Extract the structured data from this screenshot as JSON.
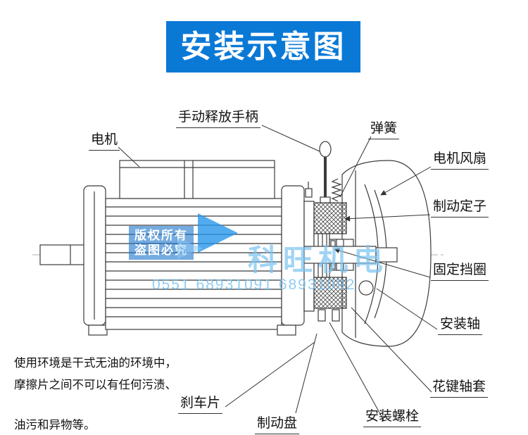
{
  "header": {
    "title": "安装示意图",
    "bg_color": "#0a79d6",
    "text_color": "#ffffff"
  },
  "labels": [
    {
      "part": "motor",
      "text": "电机"
    },
    {
      "part": "manual-release-handle",
      "text": "手动释放手柄"
    },
    {
      "part": "spring",
      "text": "弹簧"
    },
    {
      "part": "motor-fan",
      "text": "电机风扇"
    },
    {
      "part": "brake-stator",
      "text": "制动定子"
    },
    {
      "part": "retaining-ring",
      "text": "固定挡圈"
    },
    {
      "part": "mounting-shaft",
      "text": "安装轴"
    },
    {
      "part": "spline-sleeve",
      "text": "花键轴套"
    },
    {
      "part": "mounting-bolt",
      "text": "安装螺栓"
    },
    {
      "part": "brake-disc",
      "text": "制动盘"
    },
    {
      "part": "brake-pad",
      "text": "刹车片"
    }
  ],
  "note": {
    "lines": [
      "使用环境是干式无油的环境中，",
      "摩擦片之间不可以有任何污渍、",
      "油污和异物等。"
    ]
  },
  "watermark": {
    "copyright_line1": "版权所有",
    "copyright_line2": "盗图必究",
    "brand": "科旺机电",
    "phone": "0551 68931091 68931092",
    "color": "#7fc0ec"
  },
  "diagram": {
    "line_color": "#3b3b3b",
    "type": "motor-brake-installation-schematic"
  }
}
